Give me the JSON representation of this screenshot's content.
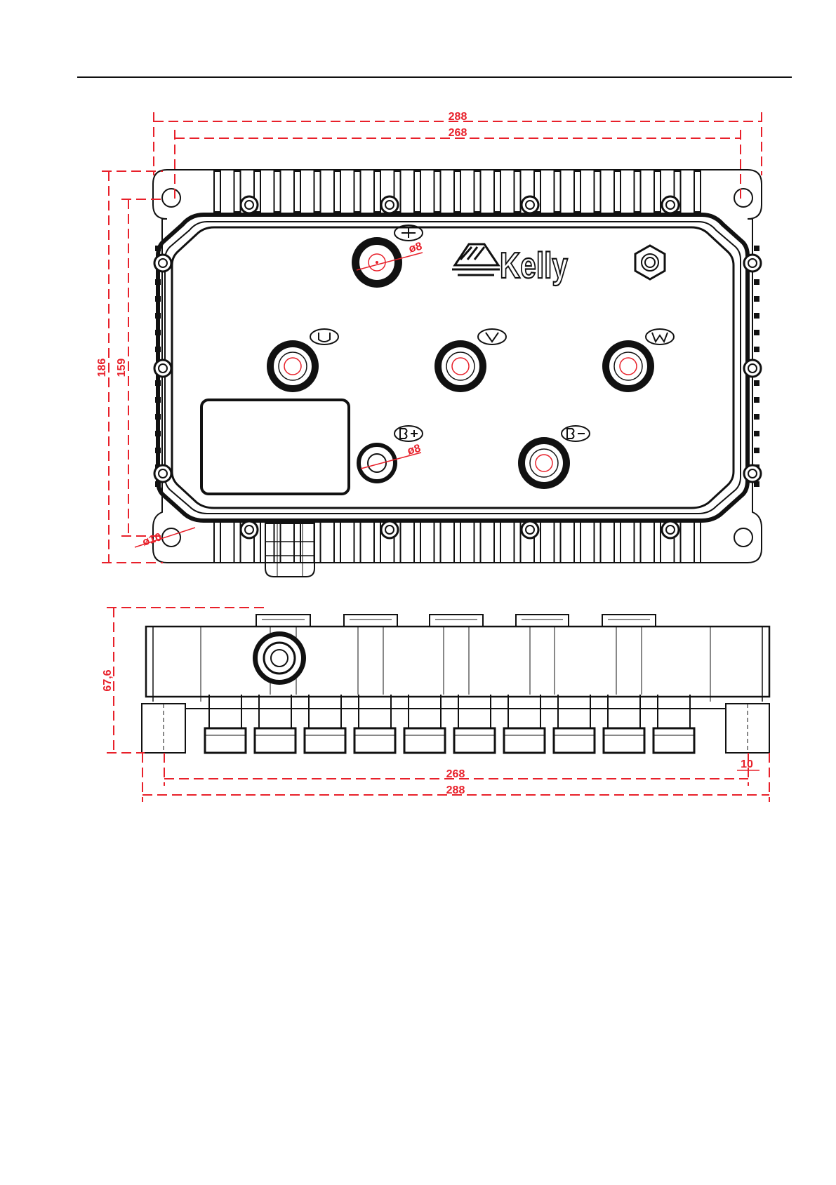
{
  "drawing": {
    "brand": "Kelly",
    "colors": {
      "dimension": "#e8202a",
      "outline": "#111111"
    },
    "top_view": {
      "dim_overall_width": "288",
      "dim_hole_spacing_x": "268",
      "dim_overall_height": "186",
      "dim_hole_spacing_y": "159",
      "dim_mount_hole": "ø10",
      "dim_terminal_top": "ø8",
      "dim_terminal_small": "ø8",
      "terminal_icons": [
        "terminal-plus-icon",
        "terminal-u-icon",
        "terminal-v-icon",
        "terminal-w-icon",
        "terminal-b-plus-icon",
        "terminal-b-minus-icon"
      ]
    },
    "side_view": {
      "dim_height": "67,6",
      "dim_hole_spacing_x": "268",
      "dim_overall_width": "288",
      "dim_flange": "10"
    }
  }
}
